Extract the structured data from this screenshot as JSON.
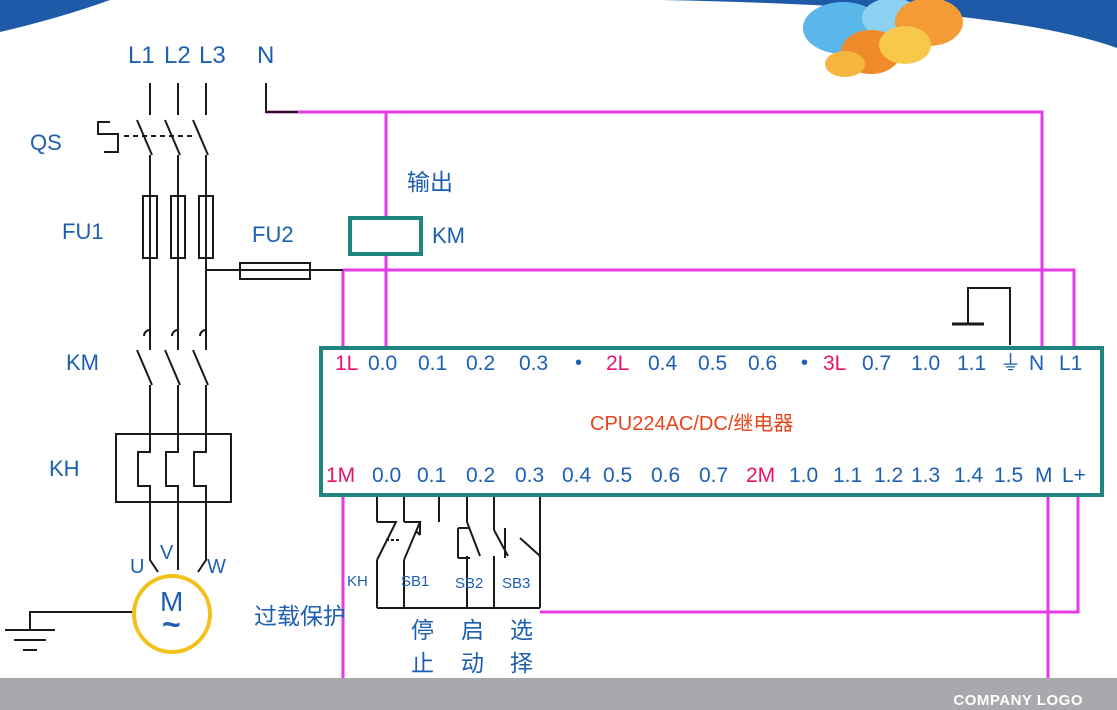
{
  "supply": {
    "l1": "L1",
    "l2": "L2",
    "l3": "L3",
    "n": "N"
  },
  "components": {
    "qs": "QS",
    "fu1": "FU1",
    "fu2": "FU2",
    "km_coil": "KM",
    "km_contact": "KM",
    "kh": "KH",
    "motor_symbol": "M",
    "motor_tilde": "~",
    "motor_u": "U",
    "motor_v": "V",
    "motor_w": "W"
  },
  "labels": {
    "output": "输出",
    "overload": "过载保护",
    "kh_contact": "KH",
    "sb1": "SB1",
    "sb2": "SB2",
    "sb3": "SB3",
    "stop": [
      "停",
      "止"
    ],
    "start": [
      "启",
      "动"
    ],
    "select": [
      "选",
      "择"
    ]
  },
  "plc": {
    "model": "CPU224AC/DC/继电器",
    "top_terminals": [
      "1L",
      "0.0",
      "0.1",
      "0.2",
      "0.3",
      "•",
      "2L",
      "0.4",
      "0.5",
      "0.6",
      "•",
      "3L",
      "0.7",
      "1.0",
      "1.1",
      "⏚",
      "N",
      "L1"
    ],
    "bottom_terminals": [
      "1M",
      "0.0",
      "0.1",
      "0.2",
      "0.3",
      "0.4",
      "0.5",
      "0.6",
      "0.7",
      "2M",
      "1.0",
      "1.1",
      "1.2",
      "1.3",
      "1.4",
      "1.5",
      "M",
      "L+"
    ],
    "red_terminals": [
      "1L",
      "2L",
      "3L",
      "1M",
      "2M"
    ]
  },
  "footer": {
    "logo": "COMPANY LOGO"
  },
  "colors": {
    "wire_magenta": "#e53be6",
    "wire_black": "#1a1a1a",
    "text_blue": "#1d5fb0",
    "text_red": "#e8136a",
    "plc_border": "#20857e",
    "coil_border": "#20857e",
    "motor_border": "#f2c21b",
    "model_text": "#e8441a",
    "footer_bar": "#a7a9ac",
    "header_blue": "#1e5aa8"
  },
  "icons": [
    "speech-bubbles-icon",
    "ground-icon",
    "motor-icon"
  ]
}
